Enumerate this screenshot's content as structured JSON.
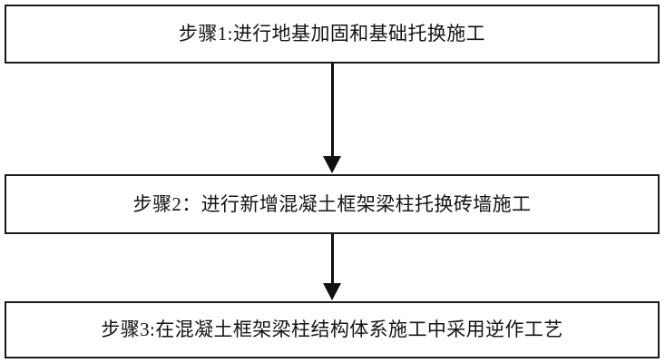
{
  "diagram": {
    "type": "flowchart",
    "orientation": "vertical",
    "background_color": "#ffffff",
    "border_color": "#1a1a1a",
    "text_color": "#141414",
    "steps": [
      {
        "id": "step-1",
        "label": "步骤1:进行地基加固和基础托换施工"
      },
      {
        "id": "step-2",
        "label": "步骤2：进行新增混凝土框架梁柱托换砖墙施工"
      },
      {
        "id": "step-3",
        "label": "步骤3:在混凝土框架梁柱结构体系施工中采用逆作工艺"
      }
    ],
    "connectors": [
      {
        "id": "arrow-1",
        "from": "step-1",
        "to": "step-2",
        "direction": "down"
      },
      {
        "id": "arrow-2",
        "from": "step-2",
        "to": "step-3",
        "direction": "down"
      }
    ]
  }
}
